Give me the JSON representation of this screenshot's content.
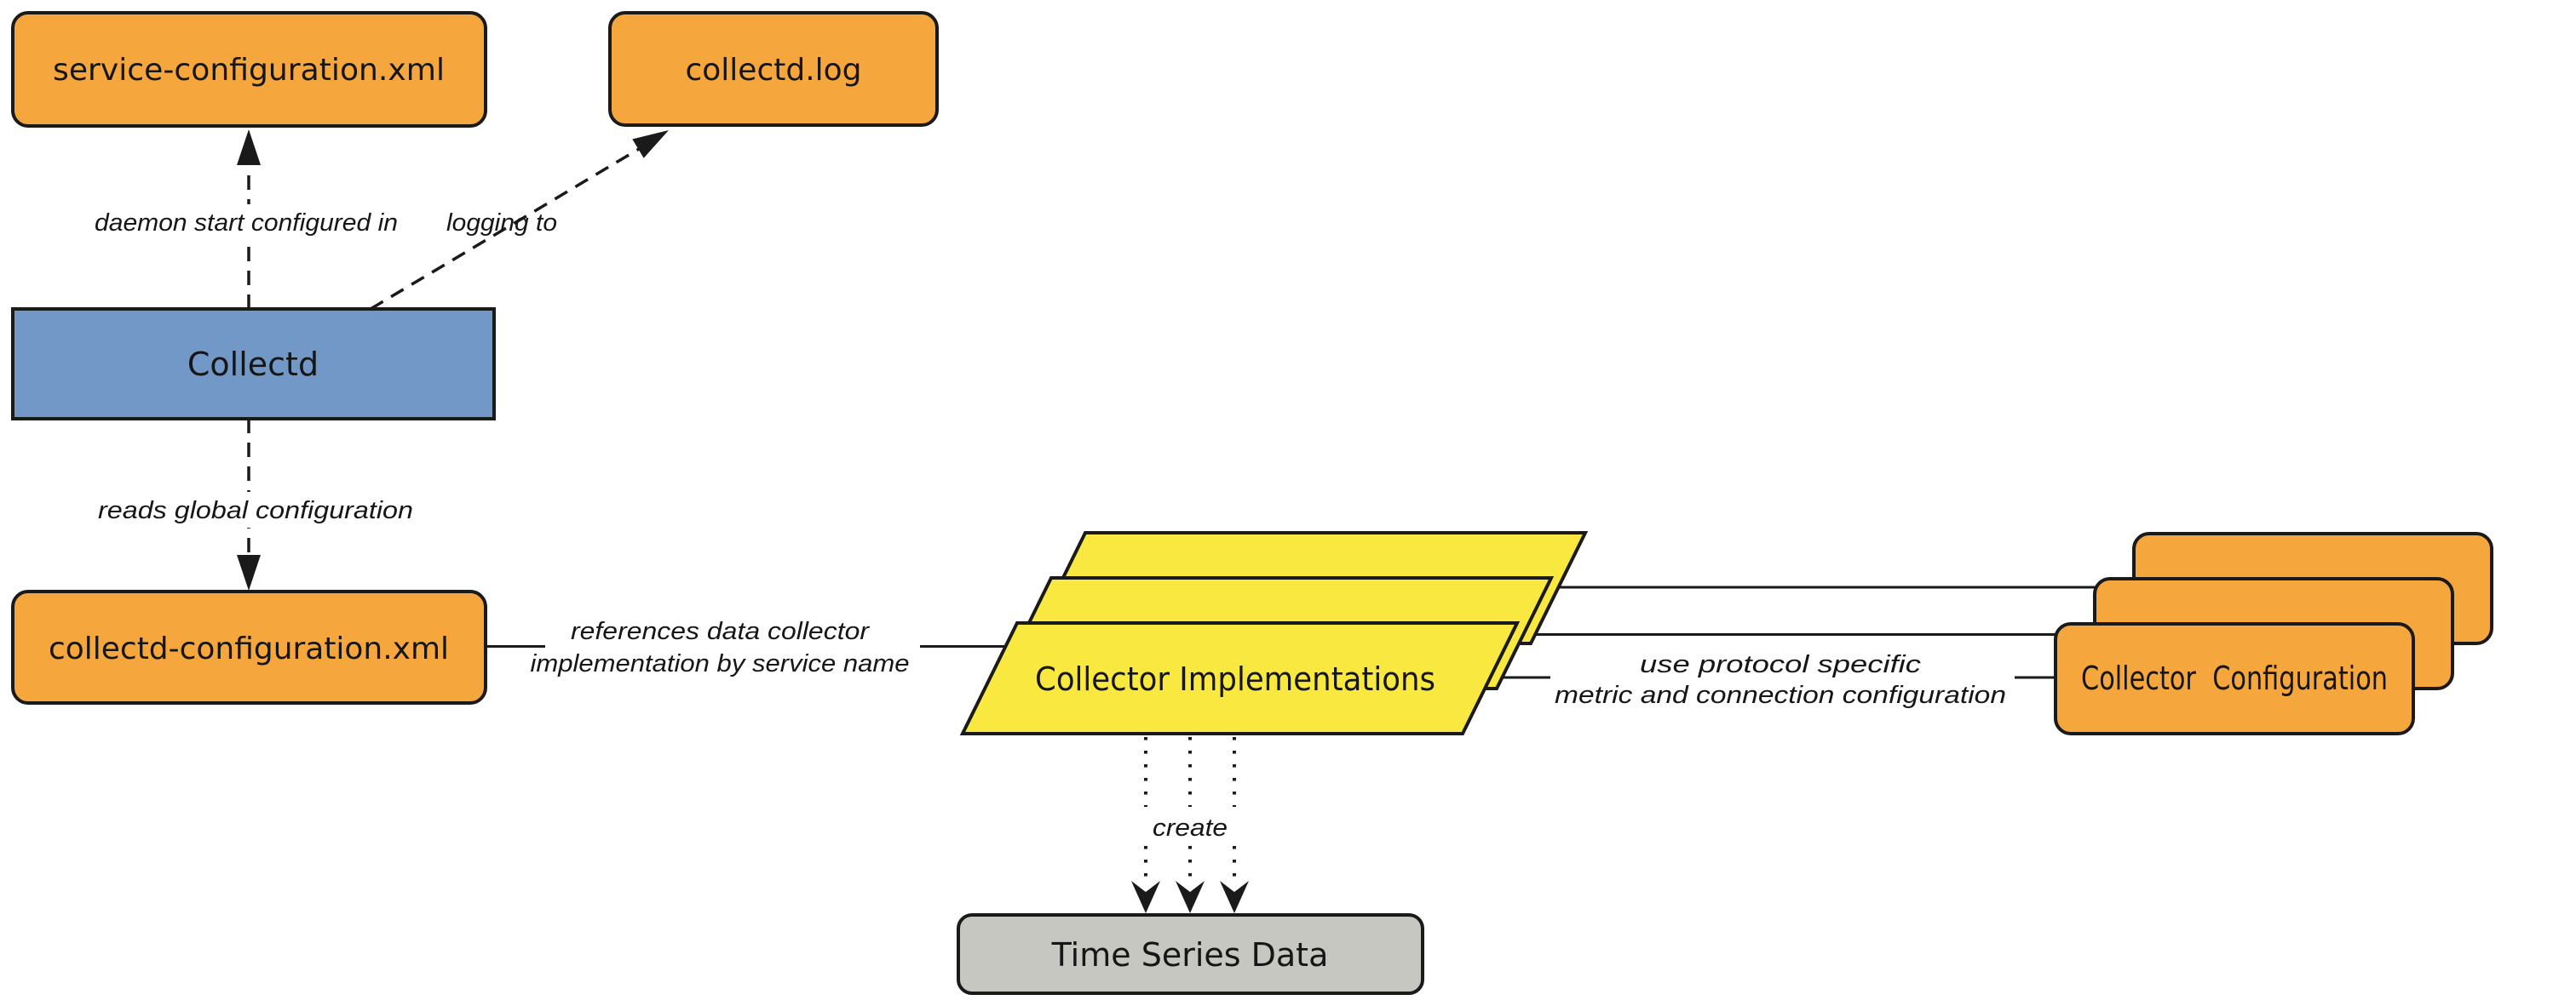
{
  "diagram": {
    "nodes": {
      "service_configuration_xml": "service-configuration.xml",
      "collectd_log": "collectd.log",
      "collectd": "Collectd",
      "collectd_configuration_xml": "collectd-configuration.xml",
      "collector_implementations": "Collector Implementations",
      "collector_configuration": "Collector  Configuration",
      "time_series_data": "Time Series Data"
    },
    "edges": {
      "daemon_start": "daemon start configured in",
      "logging_to": "logging to",
      "reads_global": "reads global configuration",
      "references_line1": "references data collector",
      "references_line2": "implementation by service name",
      "use_protocol_line1": "use protocol specific",
      "use_protocol_line2": "metric and connection configuration",
      "create": "create"
    },
    "colors": {
      "node_orange": "#F5A73E",
      "node_yellow": "#F9E840",
      "node_blue": "#7298C8",
      "node_gray": "#C6C7C1",
      "outline": "#1A1A1A"
    }
  }
}
